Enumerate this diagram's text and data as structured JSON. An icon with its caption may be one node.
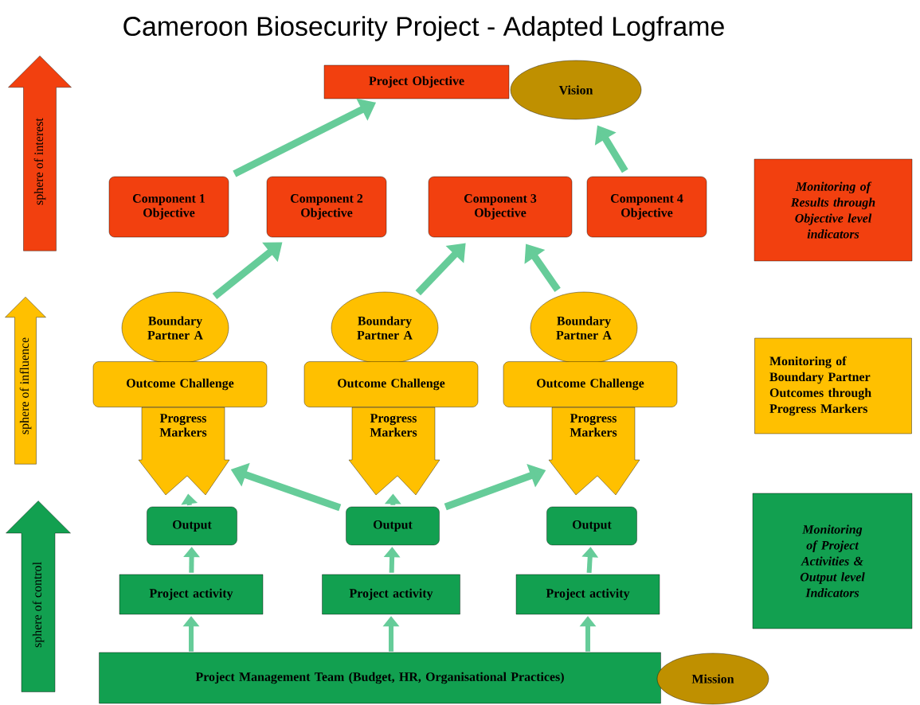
{
  "diagram": {
    "title": "Cameroon Biosecurity Project - Adapted Logframe",
    "nodes": [
      {
        "text": [
          "Project Objective"
        ]
      },
      {
        "text": [
          "Vision"
        ]
      },
      {
        "text": [
          "Component 1 Objective"
        ]
      },
      {
        "text": [
          "Component 2 Objective"
        ]
      },
      {
        "text": [
          "Component 3 Objective"
        ]
      },
      {
        "text": [
          "Component 4 Objective"
        ]
      },
      {
        "text": [
          "Monitoring of Results through Objective level indicators"
        ]
      },
      {
        "text": [
          "Boundary Partner A"
        ]
      },
      {
        "text": [
          "Boundary Partner A"
        ]
      },
      {
        "text": [
          "Boundary Partner A"
        ]
      },
      {
        "text": [
          "Outcome Challenge"
        ]
      },
      {
        "text": [
          "Outcome Challenge"
        ]
      },
      {
        "text": [
          "Outcome Challenge"
        ]
      },
      {
        "text": [
          "Progress Markers"
        ]
      },
      {
        "text": [
          "Progress Markers"
        ]
      },
      {
        "text": [
          "Progress Markers"
        ]
      },
      {
        "text": [
          "Monitoring of Boundary Partner Outcomes through Progress Markers"
        ]
      },
      {
        "text": [
          "Output"
        ]
      },
      {
        "text": [
          "Output"
        ]
      },
      {
        "text": [
          "Output"
        ]
      },
      {
        "text": [
          "Monitoring of Project Activities & Output level Indicators"
        ]
      },
      {
        "text": [
          "Project activity"
        ]
      },
      {
        "text": [
          "Project activity"
        ]
      },
      {
        "text": [
          "Project activity"
        ]
      },
      {
        "text": [
          "Project Management Team (Budget, HR, Organisational Practices)"
        ]
      },
      {
        "text": [
          "Mission"
        ]
      },
      {
        "text": [
          "sphere of interest"
        ]
      },
      {
        "text": [
          "sphere of influence"
        ]
      },
      {
        "text": [
          "sphere of control"
        ]
      }
    ],
    "edges": [
      {
        "from": 2,
        "to": 0,
        "arrow": "to"
      },
      {
        "from": 5,
        "to": 1,
        "arrow": "to"
      },
      {
        "from": 7,
        "to": 3,
        "arrow": "to"
      },
      {
        "from": 8,
        "to": 4,
        "arrow": "to"
      },
      {
        "from": 9,
        "to": 4,
        "arrow": "to"
      },
      {
        "from": 17,
        "to": 13,
        "arrow": "to"
      },
      {
        "from": 18,
        "to": 13,
        "arrow": "to"
      },
      {
        "from": 18,
        "to": 14,
        "arrow": "to"
      },
      {
        "from": 18,
        "to": 15,
        "arrow": "to"
      },
      {
        "from": 21,
        "to": 17,
        "arrow": "to"
      },
      {
        "from": 22,
        "to": 18,
        "arrow": "to"
      },
      {
        "from": 23,
        "to": 19,
        "arrow": "to"
      },
      {
        "from": 24,
        "to": 21,
        "arrow": "to"
      },
      {
        "from": 24,
        "to": 22,
        "arrow": "to"
      },
      {
        "from": 24,
        "to": 23,
        "arrow": "to"
      }
    ]
  }
}
